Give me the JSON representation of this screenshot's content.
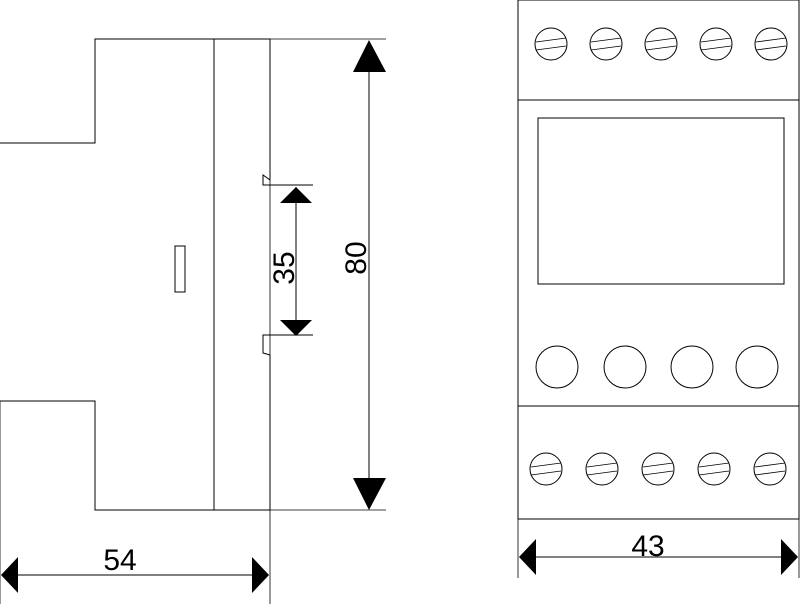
{
  "dimensions": {
    "depth": "54",
    "height": "80",
    "rail": "35",
    "width": "43"
  },
  "front_view": {
    "terminal_screws_top": 5,
    "terminal_screws_bottom": 5,
    "buttons": 4
  }
}
